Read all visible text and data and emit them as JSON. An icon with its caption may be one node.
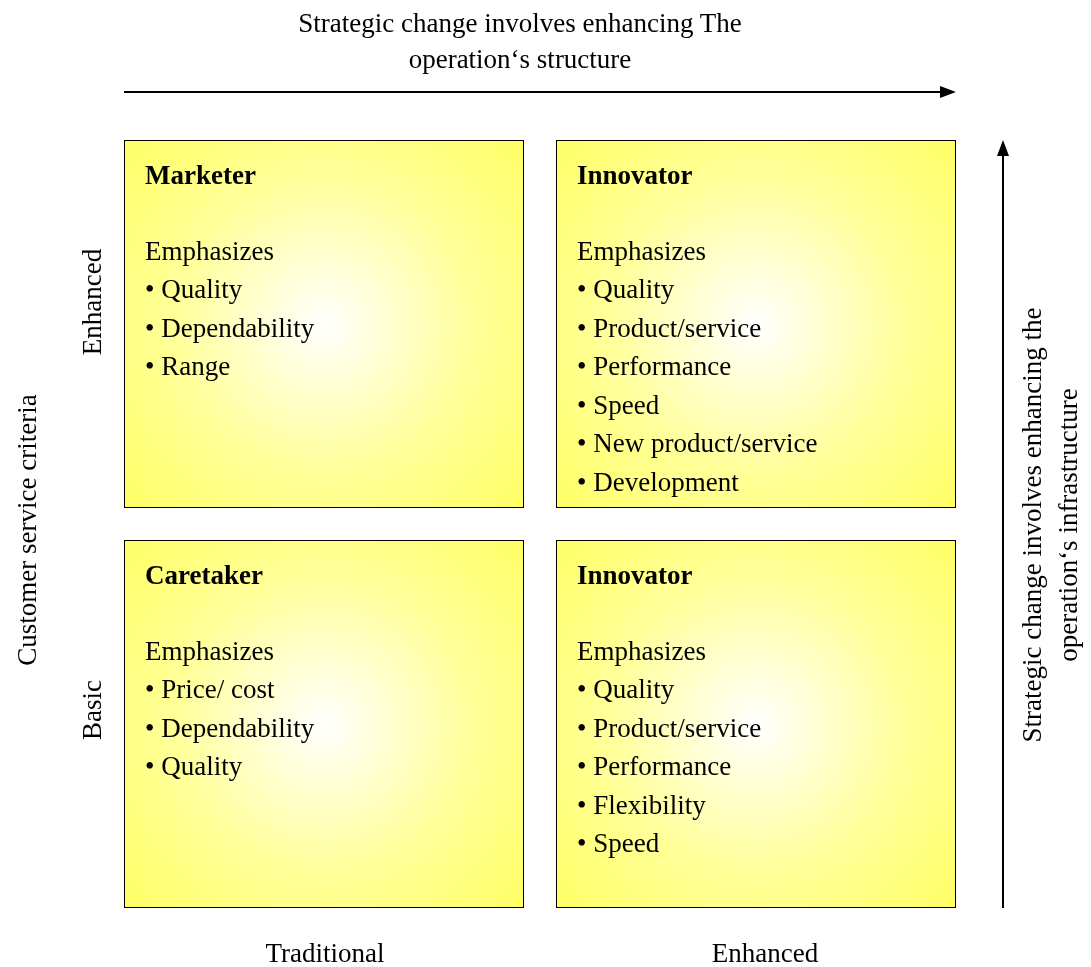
{
  "diagram": {
    "nodes": [
      {
        "text": [
          "Marketer",
          "Emphasizes",
          "• Quality",
          "• Dependability",
          "• Range"
        ]
      },
      {
        "text": [
          "Innovator",
          "Emphasizes",
          "• Quality",
          "• Product/service",
          "• Performance",
          "• Speed",
          "• New product/service",
          "• Development"
        ]
      },
      {
        "text": [
          "Caretaker",
          "Emphasizes",
          "• Price/ cost",
          "• Dependability",
          "• Quality"
        ]
      },
      {
        "text": [
          "Innovator",
          "Emphasizes",
          "• Quality",
          "• Product/service",
          "• Performance",
          "• Flexibility",
          "• Speed"
        ]
      }
    ],
    "labels": [
      "Strategic change involves enhancing The operation‘s structure",
      "Customer service criteria",
      "Enhanced",
      "Basic",
      "Strategic change involves enhancing the operation‘s infrastructure",
      "Traditional",
      "Enhanced"
    ]
  }
}
